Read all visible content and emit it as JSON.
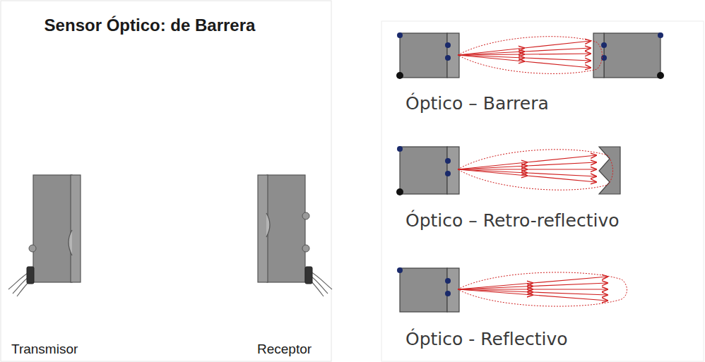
{
  "diagram": {
    "title": "Sensor Óptico: de Barrera",
    "labels": [
      "Transmisor",
      "Receptor",
      "Óptico – Barrera",
      "Óptico – Retro-reflectivo",
      "Óptico - Reflectivo"
    ]
  }
}
